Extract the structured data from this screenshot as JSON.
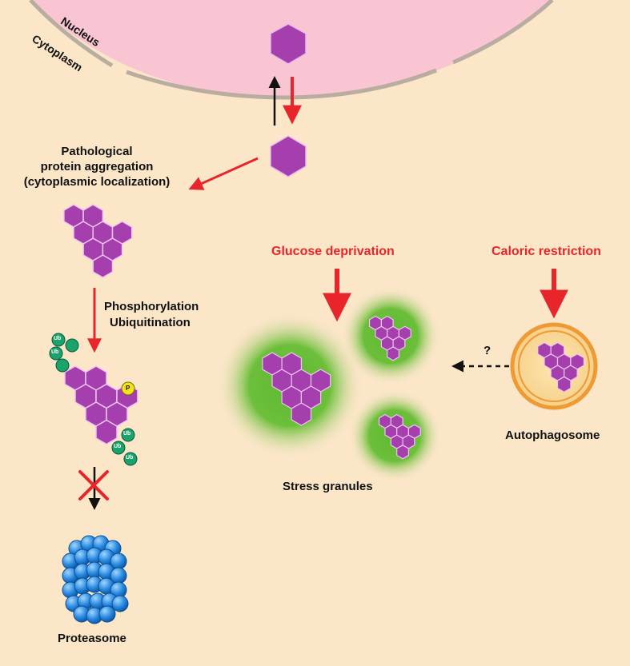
{
  "labels": {
    "nucleus": "Nucleus",
    "cytoplasm": "Cytoplasm",
    "aggregation_line1": "Pathological",
    "aggregation_line2": "protein aggregation",
    "aggregation_line3": "(cytoplasmic localization)",
    "modification_line1": "Phosphorylation",
    "modification_line2": "Ubiquitination",
    "proteasome": "Proteasome",
    "glucose": "Glucose deprivation",
    "caloric": "Caloric restriction",
    "stress_granules": "Stress granules",
    "autophagosome": "Autophagosome",
    "question": "?",
    "ub": "Ub",
    "p": "P"
  },
  "colors": {
    "background": "#fbe6c8",
    "nucleus": "#f9c5d3",
    "membrane": "#b9aca0",
    "protein": "#a53fae",
    "protein_edge": "#f0c8f0",
    "accent_red": "#e8252a",
    "ubiquitin": "#1aa36b",
    "phosphate": "#f4e21e",
    "proteasome": "#1e7fd4",
    "granule": "#5fb833",
    "autophagosome": "#f2a444"
  }
}
